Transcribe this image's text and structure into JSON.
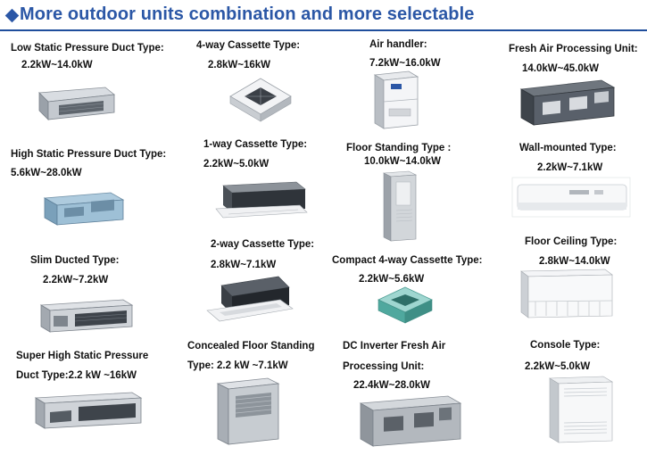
{
  "header": {
    "title": "More outdoor units combination and more selectable"
  },
  "units": [
    {
      "id": "low_static_duct",
      "name": "Low Static Pressure Duct Type:",
      "range": "2.2kW~14.0kW"
    },
    {
      "id": "cassette_4way",
      "name": "4-way Cassette Type:",
      "range": "2.8kW~16kW"
    },
    {
      "id": "air_handler",
      "name": "Air handler:",
      "range": "7.2kW~16.0kW"
    },
    {
      "id": "fresh_air",
      "name": "Fresh Air Processing Unit:",
      "range": "14.0kW~45.0kW"
    },
    {
      "id": "high_static_duct",
      "name": "High Static Pressure Duct Type:",
      "range": "5.6kW~28.0kW"
    },
    {
      "id": "cassette_1way",
      "name": "1-way Cassette Type:",
      "range": "2.2kW~5.0kW"
    },
    {
      "id": "floor_standing",
      "name": "Floor Standing Type :",
      "range": "10.0kW~14.0kW"
    },
    {
      "id": "wall_mounted",
      "name": "Wall-mounted Type:",
      "range": "2.2kW~7.1kW"
    },
    {
      "id": "slim_ducted",
      "name": "Slim Ducted Type:",
      "range": "2.2kW~7.2kW"
    },
    {
      "id": "cassette_2way",
      "name": "2-way Cassette Type:",
      "range": "2.8kW~7.1kW"
    },
    {
      "id": "compact_cassette",
      "name": "Compact 4-way Cassette Type:",
      "range": "2.2kW~5.6kW"
    },
    {
      "id": "floor_ceiling",
      "name": "Floor Ceiling Type:",
      "range": "2.8kW~14.0kW"
    },
    {
      "id": "super_high_static",
      "name": "Super High Static Pressure",
      "name2": "Duct Type:2.2 kW ~16kW"
    },
    {
      "id": "concealed_floor",
      "name": "Concealed Floor Standing",
      "name2": "Type: 2.2 kW ~7.1kW"
    },
    {
      "id": "dc_inverter_fresh",
      "name": "DC Inverter Fresh Air",
      "name2": "Processing Unit:",
      "range": "22.4kW~28.0kW"
    },
    {
      "id": "console",
      "name": "Console Type:",
      "range": "2.2kW~5.0kW"
    }
  ]
}
